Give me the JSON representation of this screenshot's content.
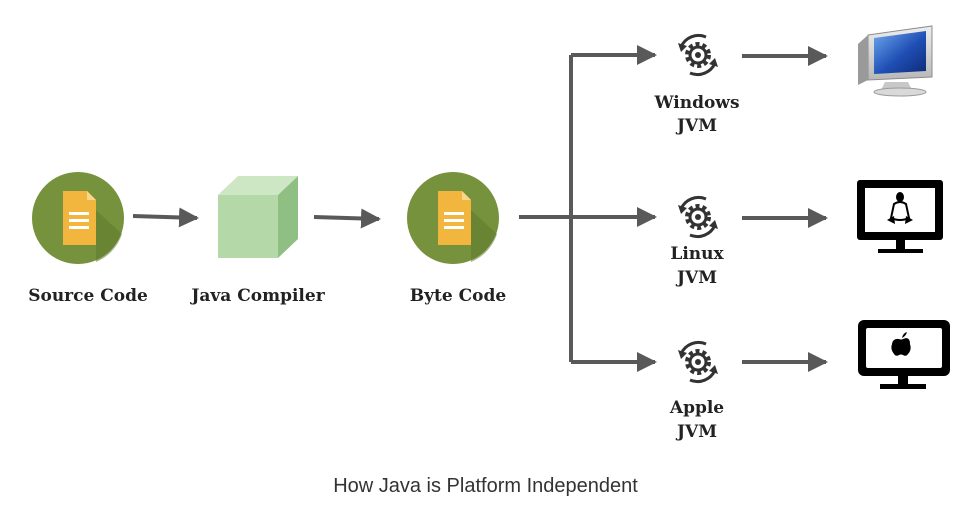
{
  "nodes": {
    "source": {
      "label": "Source Code"
    },
    "compiler": {
      "label": "Java Compiler"
    },
    "bytecode": {
      "label": "Byte Code"
    },
    "jvms": [
      {
        "line1": "Windows",
        "line2": "JVM",
        "platform_icon": "windows-monitor-icon"
      },
      {
        "line1": "Linux",
        "line2": "JVM",
        "platform_icon": "linux-monitor-icon"
      },
      {
        "line1": "Apple",
        "line2": "JVM",
        "platform_icon": "apple-monitor-icon"
      }
    ]
  },
  "caption": "How Java is Platform Independent",
  "colors": {
    "circle_green": "#76923C",
    "doc_orange": "#F2B53D",
    "cube_green": "#B4D8A8",
    "arrow": "#595959",
    "windows_blue": "#1F4FB4"
  }
}
